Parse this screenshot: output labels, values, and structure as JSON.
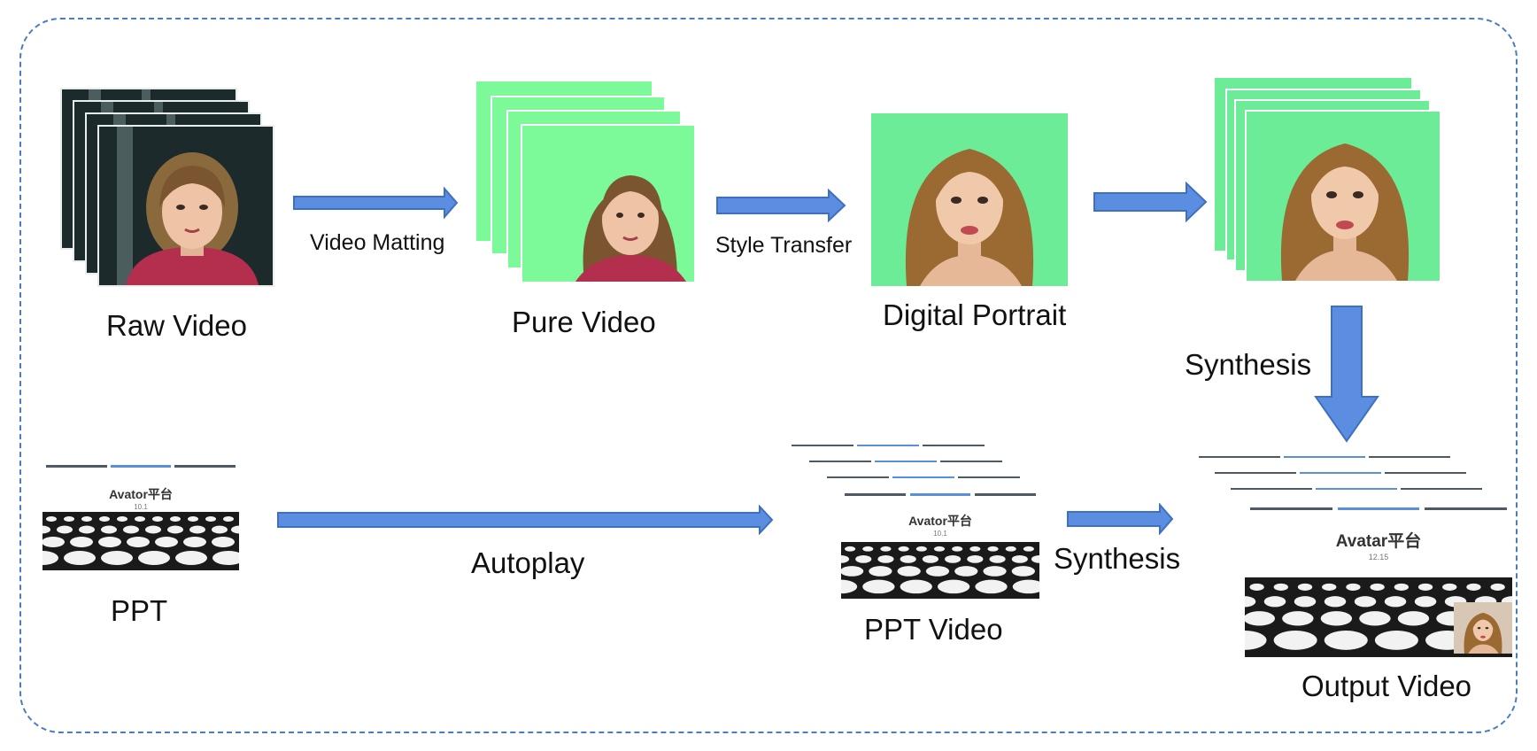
{
  "labels": {
    "raw_video": "Raw Video",
    "video_matting": "Video Matting",
    "pure_video": "Pure Video",
    "style_transfer": "Style Transfer",
    "digital_portrait": "Digital Portrait",
    "synthesis_vertical": "Synthesis",
    "ppt": "PPT",
    "autoplay": "Autoplay",
    "ppt_video": "PPT Video",
    "synthesis_horizontal": "Synthesis",
    "output_video": "Output Video"
  },
  "slides": {
    "ppt": {
      "title": "Avator平台",
      "subtitle": "10.1"
    },
    "ppt_video": {
      "title": "Avator平台",
      "subtitle": "10.1"
    },
    "output_video": {
      "title": "Avatar平台",
      "subtitle": "12.15"
    }
  },
  "colors": {
    "arrow_fill": "#5b8ee0",
    "arrow_stroke": "#3f6fbf",
    "frame_border": "#4a7cc0",
    "green_screen": "#7cfa9a",
    "green_screen_alt": "#6cec96"
  }
}
